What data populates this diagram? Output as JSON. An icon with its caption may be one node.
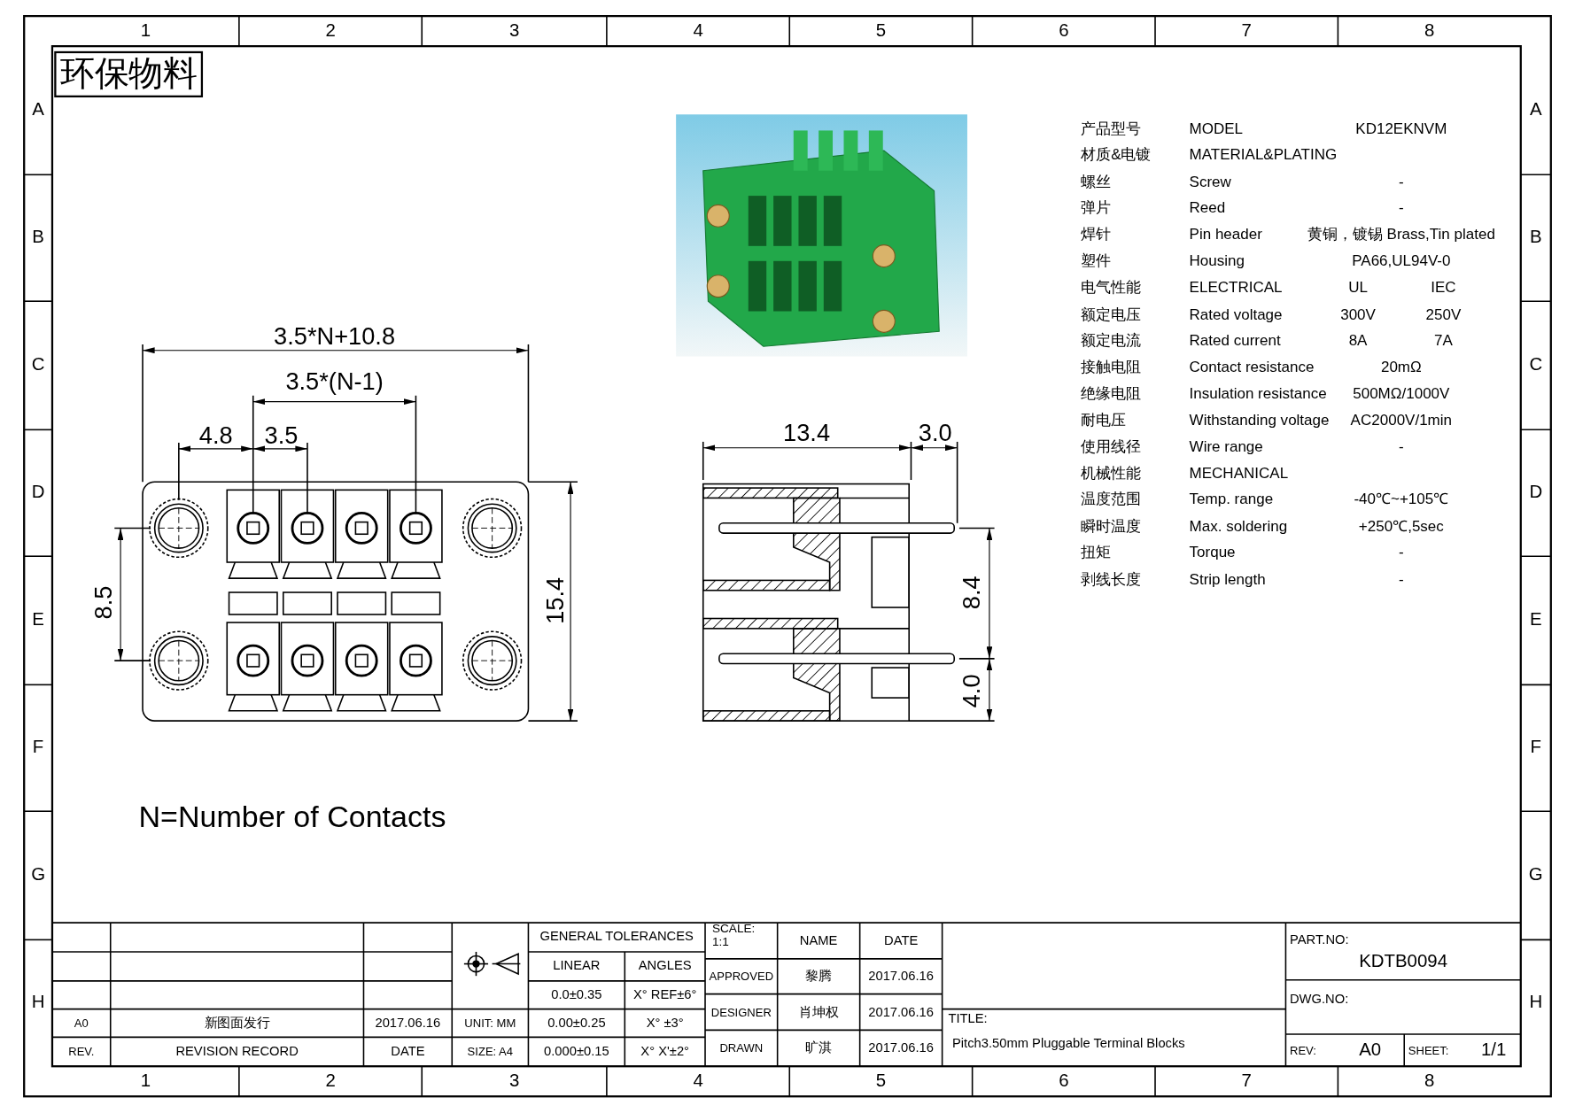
{
  "diagram": {
    "labels": [
      "1",
      "2",
      "3",
      "4",
      "5",
      "6",
      "7",
      "8",
      "A",
      "B",
      "C",
      "D",
      "E",
      "F",
      "G",
      "H",
      "A",
      "B",
      "C",
      "D",
      "E",
      "F",
      "G",
      "H",
      "1",
      "2",
      "3",
      "4",
      "5",
      "6",
      "7",
      "8",
      "环保物料",
      "产品型号",
      "MODEL",
      "KD12EKNVM",
      "材质&电镀",
      "MATERIAL&PLATING",
      "螺丝",
      "Screw",
      "-",
      "弹片",
      "Reed",
      "-",
      "焊针",
      "Pin header",
      "黄铜，镀锡 Brass,Tin plated",
      "塑件",
      "Housing",
      "PA66,UL94V-0",
      "电气性能",
      "ELECTRICAL",
      "UL",
      "IEC",
      "额定电压",
      "Rated voltage",
      "300V",
      "250V",
      "额定电流",
      "Rated current",
      "8A",
      "7A",
      "接触电阻",
      "Contact resistance",
      "20mΩ",
      "绝缘电阻",
      "Insulation resistance",
      "500MΩ/1000V",
      "耐电压",
      "Withstanding voltage",
      "AC2000V/1min",
      "使用线径",
      "Wire range",
      "-",
      "机械性能",
      "MECHANICAL",
      "温度范围",
      "Temp. range",
      "-40℃~+105℃",
      "瞬时温度",
      "Max. soldering",
      "+250℃,5sec",
      "扭矩",
      "Torque",
      "-",
      "剥线长度",
      "Strip length",
      "-",
      "3.5*N+10.8",
      "3.5*(N-1)",
      "4.8",
      "3.5",
      "8.5",
      "15.4",
      "13.4",
      "3.0",
      "8.4",
      "4.0",
      "N=Number of Contacts",
      "GENERAL TOLERANCES",
      "SCALE: 1:1",
      "NAME",
      "DATE",
      "PART.NO:",
      "LINEAR",
      "ANGLES",
      "APPROVED",
      "黎腾",
      "2017.06.16",
      "KDTB0094",
      "0.0±0.35",
      "X° REF±6°",
      "DWG.NO:",
      "A0",
      "新图面发行",
      "2017.06.16",
      "UNIT: MM",
      "0.00±0.25",
      "X° ±3°",
      "DESIGNER",
      "肖坤权",
      "2017.06.16",
      "TITLE:",
      "REV.",
      "REVISION RECORD",
      "DATE",
      "SIZE: A4",
      "0.000±0.15",
      "X° X'±2°",
      "DRAWN",
      "旷淇",
      "2017.06.16",
      "Pitch3.50mm Pluggable Terminal Blocks",
      "REV:",
      "A0",
      "SHEET:",
      "1/1"
    ]
  }
}
